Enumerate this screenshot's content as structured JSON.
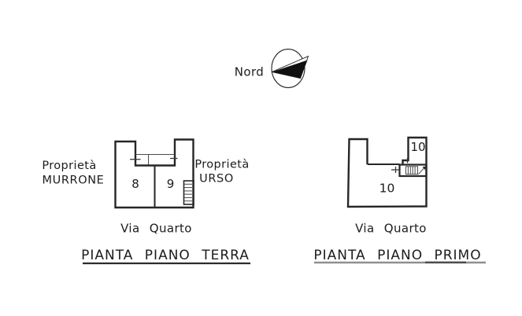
{
  "document": {
    "background": "#ffffff",
    "ink": "#1c1c1c"
  },
  "compass": {
    "label": "Nord"
  },
  "ground_floor_plan": {
    "title": "PIANTA PIANO TERRA",
    "street": "Via Quarto",
    "property_left": [
      "Proprietà",
      "MURRONE"
    ],
    "property_right": [
      "Proprietà",
      "URSO"
    ],
    "room_numbers": [
      "8",
      "9"
    ]
  },
  "first_floor_plan": {
    "title": "PIANTA PIANO PRIMO",
    "street": "Via Quarto",
    "room_numbers": [
      "10",
      "10"
    ]
  }
}
